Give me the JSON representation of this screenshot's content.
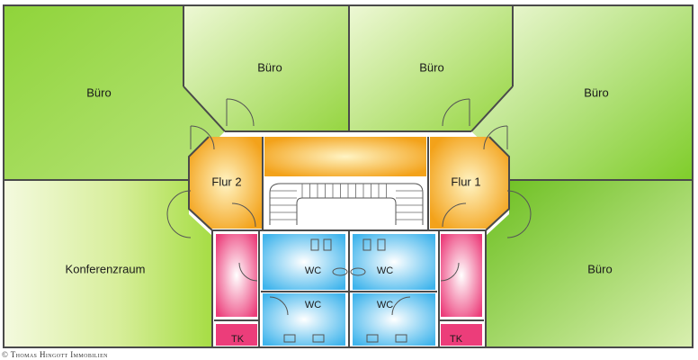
{
  "rooms": {
    "buero_left_top": "Büro",
    "buero_mid_left": "Büro",
    "buero_mid_right": "Büro",
    "buero_right_top": "Büro",
    "buero_right_bottom": "Büro",
    "konferenzraum": "Konferenzraum",
    "flur_2": "Flur 2",
    "flur_1": "Flur 1",
    "wc_1": "WC",
    "wc_2": "WC",
    "wc_3": "WC",
    "wc_4": "WC",
    "tk_left": "TK",
    "tk_right": "TK"
  },
  "copyright": "© Thomas Hingott Immobilien",
  "colors": {
    "office_green": "#8fd43a",
    "office_green_light": "#e8f5c8",
    "corridor_orange": "#f3a21a",
    "corridor_orange_light": "#fde9a8",
    "wc_blue": "#3fb4ec",
    "tk_pink": "#ec3d7a"
  }
}
